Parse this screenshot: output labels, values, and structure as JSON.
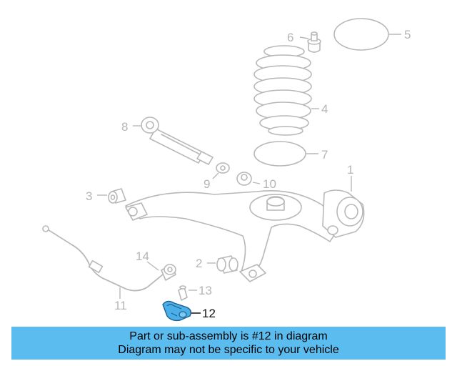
{
  "callouts": {
    "c1": "1",
    "c2": "2",
    "c3": "3",
    "c4": "4",
    "c5": "5",
    "c6": "6",
    "c7": "7",
    "c8": "8",
    "c9": "9",
    "c10": "10",
    "c11": "11",
    "c12": "12",
    "c13": "13",
    "c14": "14"
  },
  "highlighted_part": "12",
  "colors": {
    "highlight": "#4aaee8",
    "banner": "#5bbcf0",
    "parts": "#b8b8b8"
  },
  "banner": {
    "line1": "Part or sub-assembly is #12 in diagram",
    "line2": "Diagram may not be specific to your vehicle"
  }
}
